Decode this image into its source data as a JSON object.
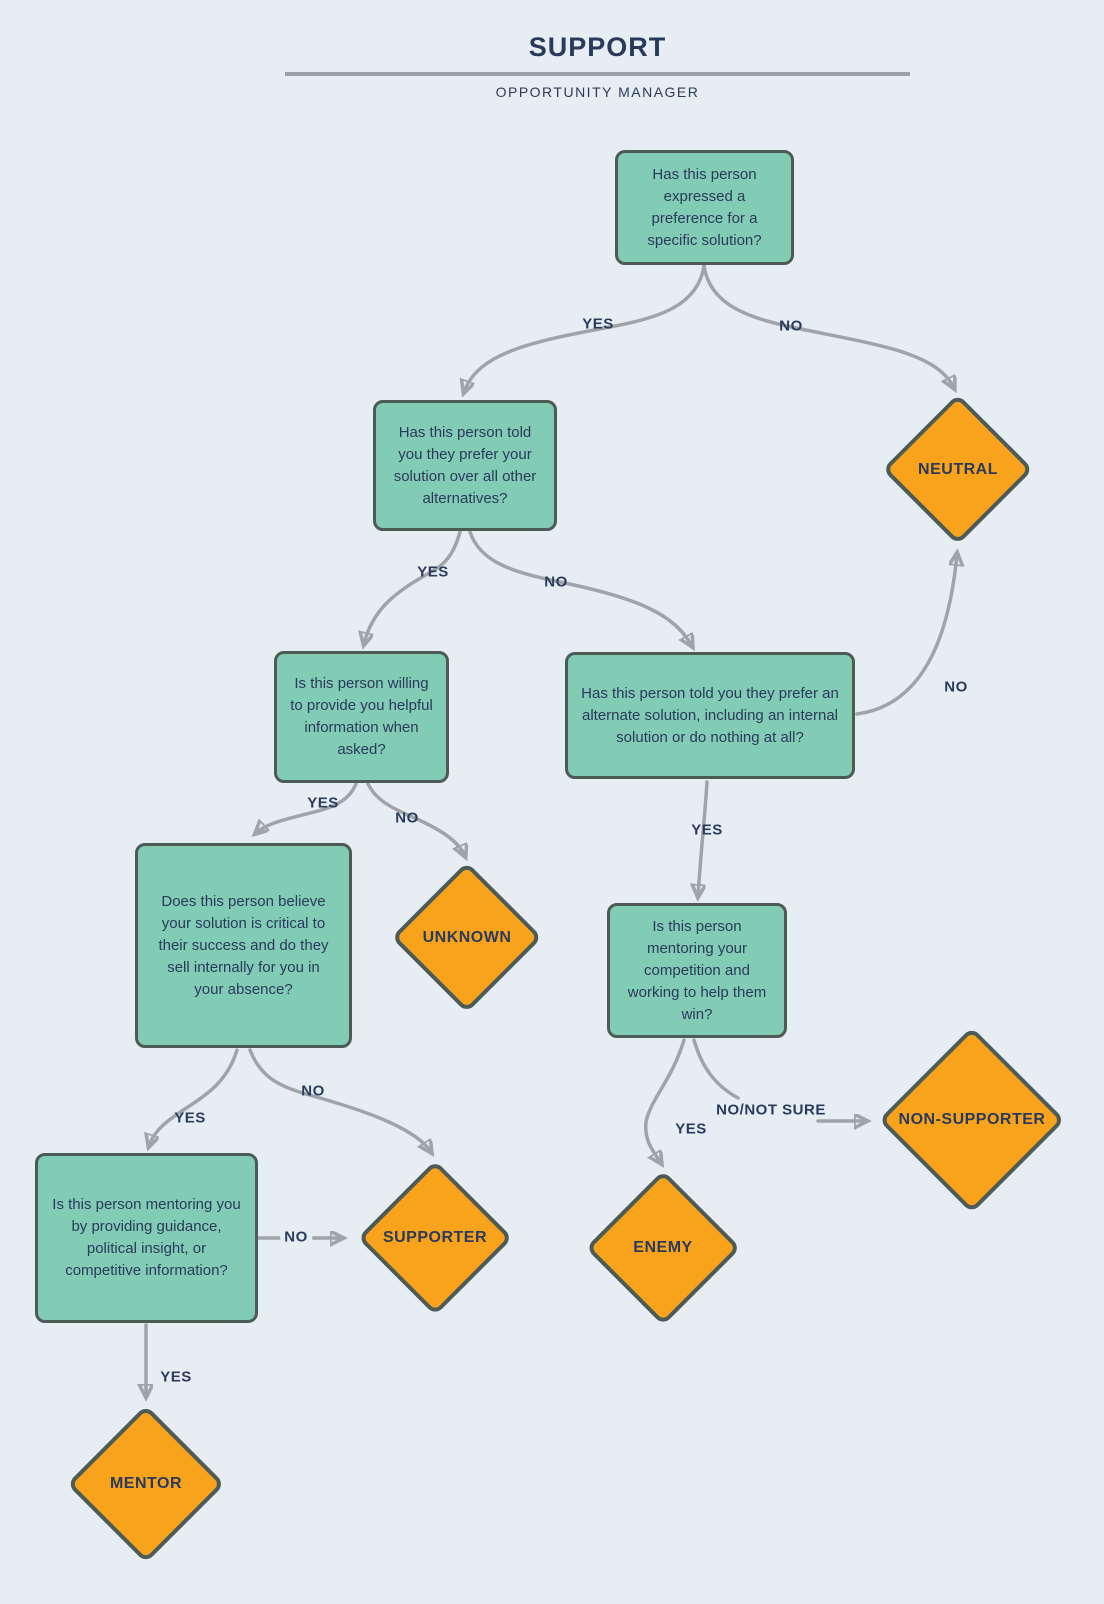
{
  "header": {
    "title": "SUPPORT",
    "subtitle": "OPPORTUNITY MANAGER"
  },
  "colors": {
    "background": "#E7EEF3",
    "question-fill": "#82CBB4",
    "outcome-fill": "#F9A21B",
    "node-border": "#4D5B57",
    "text": "#2A3A5C",
    "arrow": "#A0A4A8",
    "divider": "#9AA0A5"
  },
  "diagram": {
    "questions": {
      "q1": {
        "text": "Has this person expressed a preference for a specific solution?"
      },
      "q2": {
        "text": "Has this person told you they prefer your solution over all other alternatives?"
      },
      "q3": {
        "text": "Is this person willing to provide you helpful information when asked?"
      },
      "q4": {
        "text": "Has this person told you they prefer an alternate solution, including an internal solution or do nothing at all?"
      },
      "q5": {
        "text": "Does this person believe your solution is critical to their success and do they sell internally for you in your absence?"
      },
      "q6": {
        "text": "Is this person mentoring your competition and working to help them win?"
      },
      "q7": {
        "text": "Is this person mentoring you by providing guidance, political insight, or competitive information?"
      }
    },
    "outcomes": {
      "neutral": {
        "label": "NEUTRAL"
      },
      "unknown": {
        "label": "UNKNOWN"
      },
      "supporter": {
        "label": "SUPPORTER"
      },
      "enemy": {
        "label": "ENEMY"
      },
      "non_supporter": {
        "label": "NON-SUPPORTER"
      },
      "mentor": {
        "label": "MENTOR"
      }
    },
    "edge_labels": {
      "e1": "YES",
      "e2": "NO",
      "e3": "YES",
      "e4": "NO",
      "e5": "YES",
      "e6": "NO",
      "e7": "NO",
      "e8": "YES",
      "e9": "YES",
      "e10": "NO/NOT SURE",
      "e11": "YES",
      "e12": "NO",
      "e13": "NO",
      "e14": "YES"
    }
  }
}
